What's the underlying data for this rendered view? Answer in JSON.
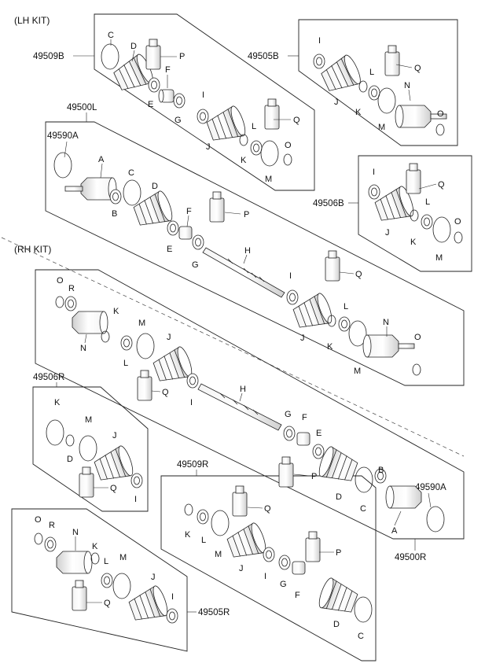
{
  "kit_headings": {
    "lh": "(LH KIT)",
    "rh": "(RH KIT)"
  },
  "part_numbers": {
    "lh_boot_inner": "49509B",
    "lh_boot_outer": "49505B",
    "lh_shaft": "49500L",
    "lh_ring": "49590A",
    "lh_boot_outer_small": "49506B",
    "rh_boot_small": "49506R",
    "rh_boot_inner": "49509R",
    "rh_ring": "49590A",
    "rh_shaft": "49500R",
    "rh_boot_outer": "49505R"
  },
  "part_letters": [
    "A",
    "B",
    "C",
    "D",
    "E",
    "F",
    "G",
    "H",
    "I",
    "J",
    "K",
    "L",
    "M",
    "N",
    "O",
    "P",
    "Q",
    "R"
  ],
  "colors": {
    "line": "#222222",
    "fill": "#ffffff",
    "shade": "#d8d8d8"
  }
}
